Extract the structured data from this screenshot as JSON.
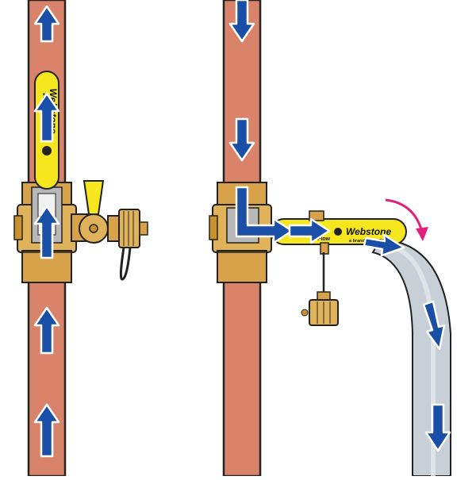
{
  "colors": {
    "pipe": "#d9846a",
    "pipe_stroke": "#222222",
    "brass": "#d8a24a",
    "brass_light": "#e8c06a",
    "brass_dark": "#a87a2a",
    "handle": "#f5e61e",
    "arrow": "#1a4fa8",
    "hose": "#c8cfd6",
    "hose_stripe": "#d8dde2",
    "rotate_arrow": "#e0207a"
  },
  "left_valve": {
    "handle_brand": "Webstone",
    "handle_tagline": "a brand of NIBCO",
    "flow_direction": "up"
  },
  "right_valve": {
    "handle_brand": "Webstone",
    "handle_tagline": "a brand of NIBCO",
    "tflow_label": "T-Flow",
    "flow_direction": "down-and-out"
  }
}
